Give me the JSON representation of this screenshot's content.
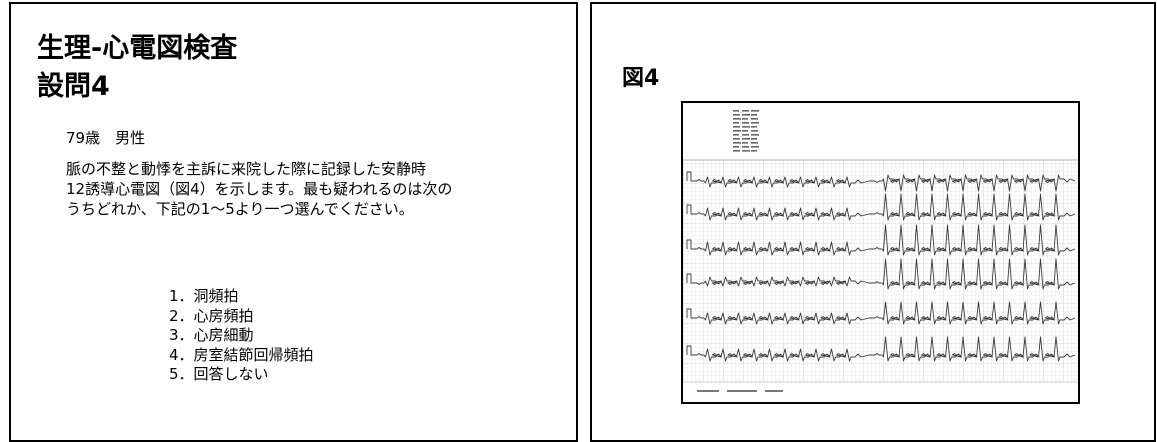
{
  "left_slide": {
    "title_lines": [
      "生理-心電図検査",
      "設問4"
    ],
    "patient": "79歳　男性",
    "question_lines": [
      "脈の不整と動悸を主訴に来院した際に記録した安静時",
      "12誘導心電図（図4）を示します。最も疑われるのは次の",
      "うちどれか、下記の1～5より一つ選んでください。"
    ],
    "options": [
      "1．洞頻拍",
      "2．心房頻拍",
      "3．心房細動",
      "4．房室結節回帰頻拍",
      "5．回答しない"
    ]
  },
  "right_slide": {
    "figure_label": "図4",
    "figure_name": "12-lead-ecg-image"
  }
}
